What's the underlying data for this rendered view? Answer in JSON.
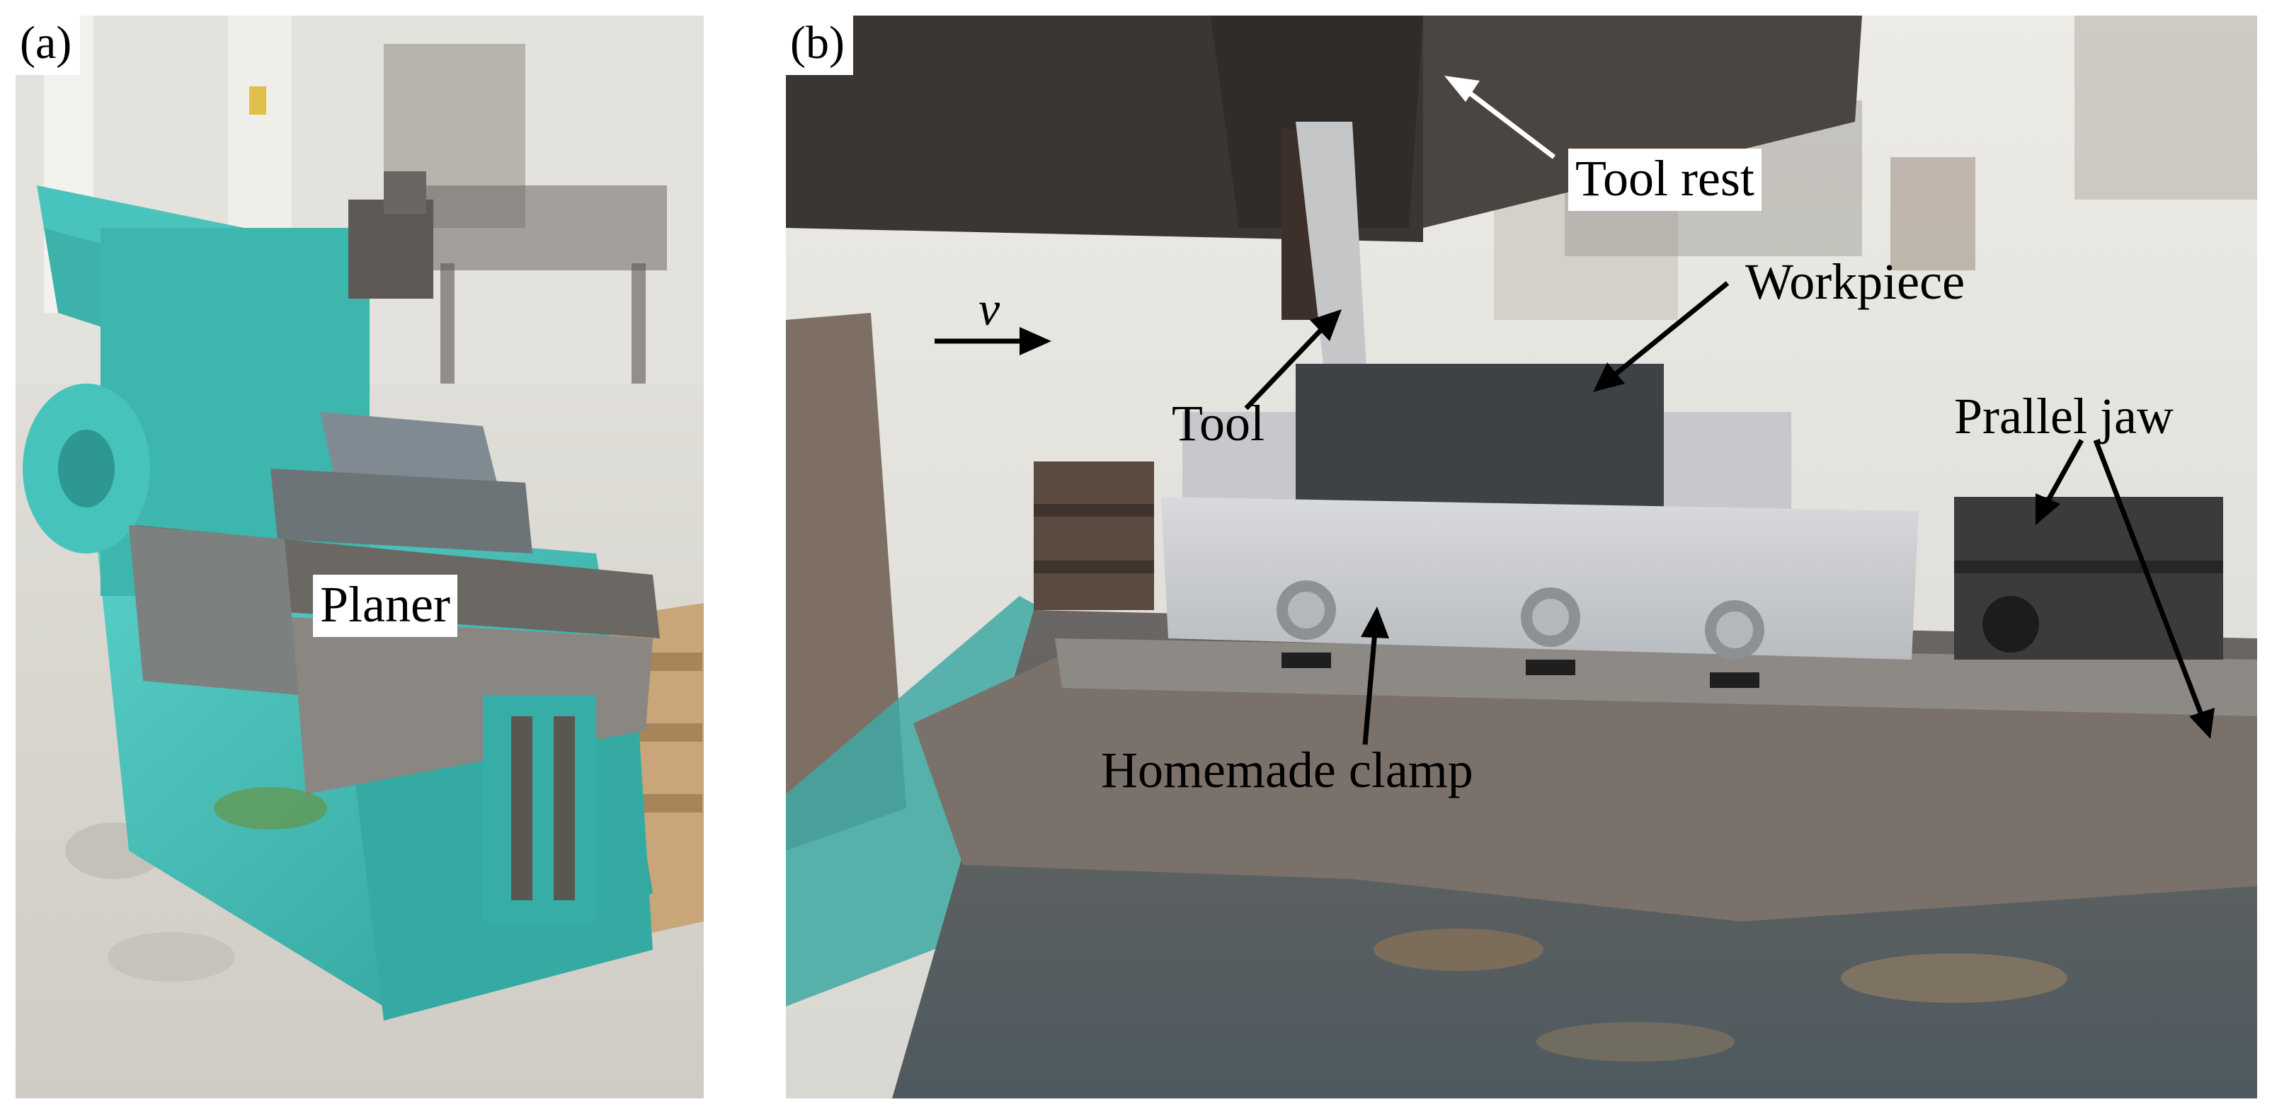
{
  "panels": {
    "a": {
      "label": "(a)",
      "annotations": {
        "planer": "Planer"
      }
    },
    "b": {
      "label": "(b)",
      "annotations": {
        "tool_rest": "Tool rest",
        "workpiece": "Workpiece",
        "tool": "Tool",
        "parallel_jaw": "Prallel jaw",
        "homemade_clamp": "Homemade clamp",
        "velocity": "v"
      }
    }
  },
  "colors": {
    "machine_teal": "#3fb9b3",
    "floor": "#d6d3cc",
    "clamp_aluminum": "#c9ccd0",
    "workpiece_dark": "#3e4247",
    "arrow": "#000000"
  }
}
